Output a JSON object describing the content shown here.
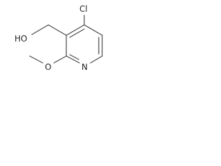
{
  "structure": {
    "atoms": {
      "chlorine": "Cl",
      "hydroxyl": "HO",
      "ring_nitrogen": "N",
      "methoxy_oxygen": "O"
    }
  },
  "colors": {
    "bond": "#4a4a4a",
    "label": "#222222",
    "background": "#ffffff"
  }
}
